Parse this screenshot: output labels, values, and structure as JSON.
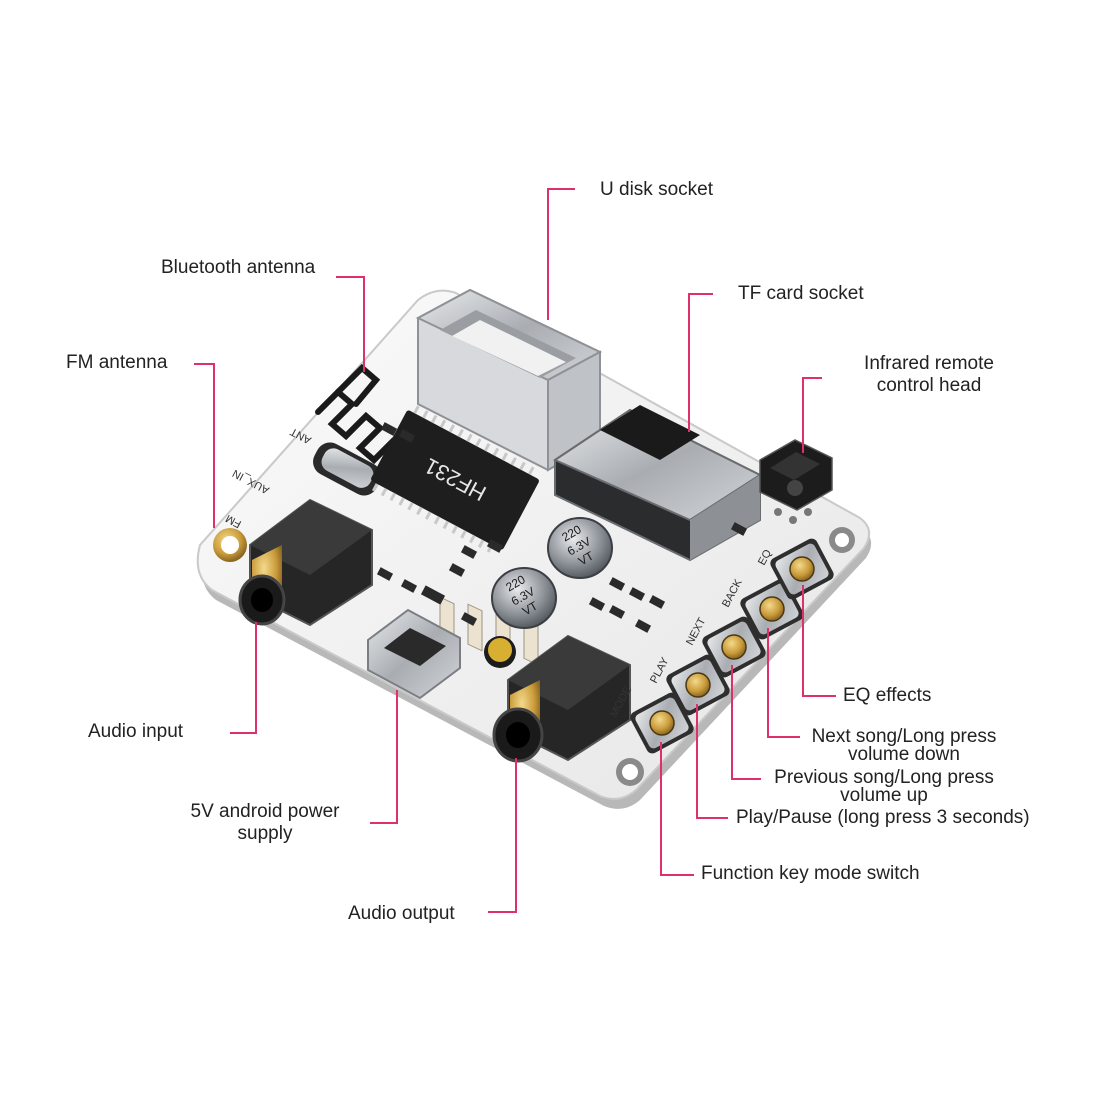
{
  "colors": {
    "leader_line": "#e0306b",
    "board": "#f4f4f4",
    "board_edge": "#c9c9c9",
    "chip": "#1e1e1e",
    "gold": "#c99a3a",
    "metal": "#b9bcc0"
  },
  "labels": {
    "u_disk_socket": "U disk socket",
    "bluetooth_antenna": "Bluetooth antenna",
    "tf_card_socket": "TF card socket",
    "fm_antenna": "FM antenna",
    "infrared_line1": "Infrared remote",
    "infrared_line2": "control head",
    "eq_effects": "EQ effects",
    "next_line1": "Next song/Long press",
    "next_line2": "volume down",
    "prev_line1": "Previous song/Long press",
    "prev_line2": "volume up",
    "play_pause": "Play/Pause (long press 3 seconds)",
    "function_key": "Function key mode switch",
    "audio_input": "Audio input",
    "power_line1": "5V android power",
    "power_line2": "supply",
    "audio_output": "Audio output"
  },
  "board_text": {
    "chip": "HF231",
    "cap1": "220",
    "cap1_v": "6.3V",
    "cap1_t": "VT",
    "cap2": "220",
    "cap2_v": "6.3V",
    "cap2_t": "VT",
    "btn_mode": "MODE",
    "btn_play": "PLAY",
    "btn_next": "NEXT",
    "btn_back": "BACK",
    "btn_eq": "EQ",
    "ant": "ANT",
    "aux": "AUX_IN",
    "fm": "FM"
  }
}
